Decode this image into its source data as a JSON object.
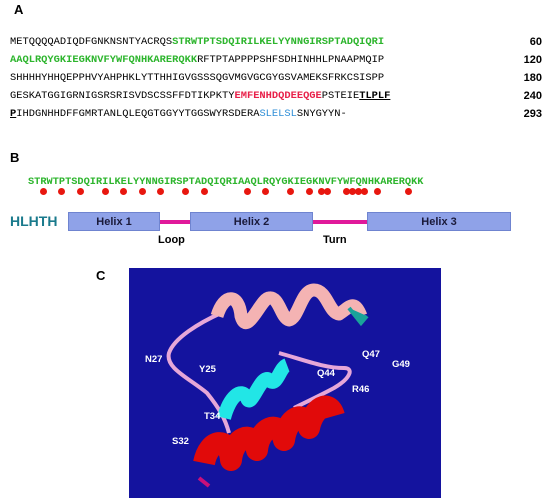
{
  "panels": {
    "a": "A",
    "b": "B",
    "c": "C"
  },
  "sequence": {
    "line1": {
      "black": "METQQQQADIQDFGNKNSNTYACRQS",
      "green": "STRWTPTSDQIRILKELYYNNGIRSPTADQIQRI",
      "num": "60"
    },
    "line2": {
      "green": "AAQLRQYGKIEGKNVFYWFQNHKARERQKK",
      "black": "RFTPTAPPPPSHFSDHINHHLPNAAPMQIP",
      "num": "120"
    },
    "line3": {
      "black": "SHHHHYHHQEPPHVYAHPHKLYTTHHIGVGSSSQGVMGVGCGYGSVAMEKSFRKCSISPP",
      "num": "180"
    },
    "line4": {
      "black_a": "GESKATGGIGRNIGSRSRISVDSCSSFFDTIKPKTY",
      "red": "EMFENHDQDEEQGE",
      "black_b": "PSTEIE",
      "underline": "TLPLF",
      "num": "240"
    },
    "line5": {
      "underline": "P",
      "black_a": "IHDGNHHDFFGMRTANLQLEQGTGGYYTGGSWYRSDERA",
      "blue": "SLELSL",
      "black_b": "SNYGYYN-",
      "num": "293"
    }
  },
  "motif": {
    "sequence": "STRWTPTSDQIRILKELYYNNGIRSPTADQIQRIAAQLRQYGKIEGKNVFYWFQNHKARERQKK",
    "marked_positions": [
      3,
      6,
      9,
      13,
      16,
      19,
      22,
      26,
      29,
      36,
      39,
      43,
      46,
      48,
      49,
      52,
      53,
      54,
      55,
      57,
      62
    ]
  },
  "domain_diagram": {
    "label": "HLHTH",
    "helix1": "Helix 1",
    "helix2": "Helix 2",
    "helix3": "Helix 3",
    "loop": "Loop",
    "turn": "Turn"
  },
  "structure": {
    "residues": {
      "n27": "N27",
      "y25": "Y25",
      "t34": "T34",
      "s32": "S32",
      "q44": "Q44",
      "q47": "Q47",
      "g49": "G49",
      "r46": "R46"
    },
    "colors": {
      "background": "#14139e",
      "helix1": "#f4b3b3",
      "helix2": "#22e6e6",
      "helix3": "#e10a0a",
      "loop": "#e6a7d8"
    }
  }
}
